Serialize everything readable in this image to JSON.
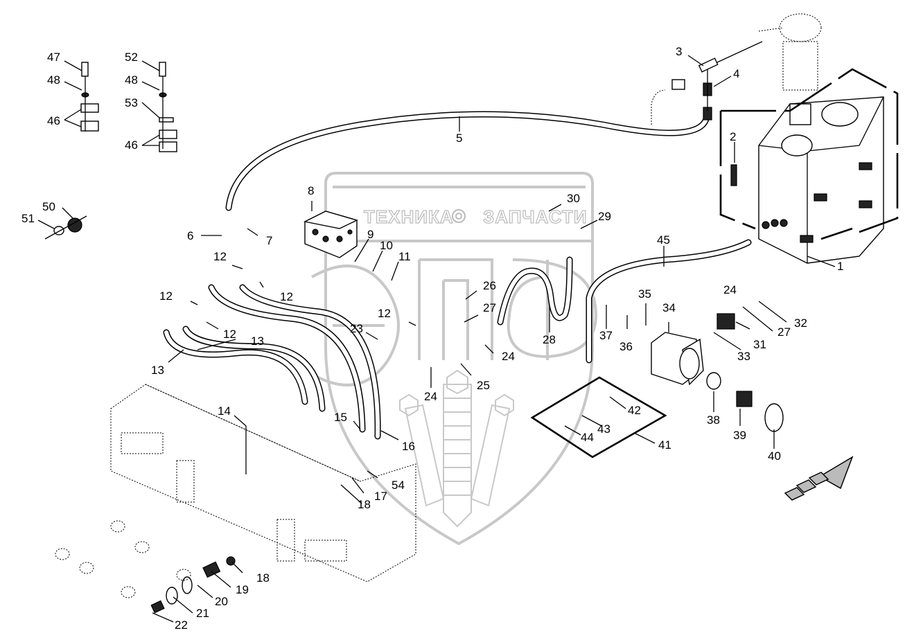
{
  "diagram": {
    "type": "exploded-parts-diagram",
    "watermark": {
      "left_text": "ТЕХНИКА",
      "right_text": "ЗАПЧАСТИ",
      "emblem_letters": "ЭПФ"
    },
    "orientation_arrow": "direction-arrow-northeast",
    "callouts": [
      {
        "id": "c1",
        "label": "1"
      },
      {
        "id": "c2",
        "label": "2"
      },
      {
        "id": "c3",
        "label": "3"
      },
      {
        "id": "c4",
        "label": "4"
      },
      {
        "id": "c5",
        "label": "5"
      },
      {
        "id": "c6",
        "label": "6"
      },
      {
        "id": "c7",
        "label": "7"
      },
      {
        "id": "c8",
        "label": "8"
      },
      {
        "id": "c9",
        "label": "9"
      },
      {
        "id": "c10",
        "label": "10"
      },
      {
        "id": "c11",
        "label": "11"
      },
      {
        "id": "c12a",
        "label": "12"
      },
      {
        "id": "c12b",
        "label": "12"
      },
      {
        "id": "c12c",
        "label": "12"
      },
      {
        "id": "c12d",
        "label": "12"
      },
      {
        "id": "c12e",
        "label": "12"
      },
      {
        "id": "c13a",
        "label": "13"
      },
      {
        "id": "c13b",
        "label": "13"
      },
      {
        "id": "c14",
        "label": "14"
      },
      {
        "id": "c15",
        "label": "15"
      },
      {
        "id": "c16",
        "label": "16"
      },
      {
        "id": "c17",
        "label": "17"
      },
      {
        "id": "c18a",
        "label": "18"
      },
      {
        "id": "c18b",
        "label": "18"
      },
      {
        "id": "c19",
        "label": "19"
      },
      {
        "id": "c20",
        "label": "20"
      },
      {
        "id": "c21",
        "label": "21"
      },
      {
        "id": "c22",
        "label": "22"
      },
      {
        "id": "c23",
        "label": "23"
      },
      {
        "id": "c24a",
        "label": "24"
      },
      {
        "id": "c24b",
        "label": "24"
      },
      {
        "id": "c24c",
        "label": "24"
      },
      {
        "id": "c25",
        "label": "25"
      },
      {
        "id": "c26",
        "label": "26"
      },
      {
        "id": "c27a",
        "label": "27"
      },
      {
        "id": "c27b",
        "label": "27"
      },
      {
        "id": "c28",
        "label": "28"
      },
      {
        "id": "c29",
        "label": "29"
      },
      {
        "id": "c30",
        "label": "30"
      },
      {
        "id": "c31",
        "label": "31"
      },
      {
        "id": "c32",
        "label": "32"
      },
      {
        "id": "c33",
        "label": "33"
      },
      {
        "id": "c34",
        "label": "34"
      },
      {
        "id": "c35",
        "label": "35"
      },
      {
        "id": "c36",
        "label": "36"
      },
      {
        "id": "c37",
        "label": "37"
      },
      {
        "id": "c38",
        "label": "38"
      },
      {
        "id": "c39",
        "label": "39"
      },
      {
        "id": "c40",
        "label": "40"
      },
      {
        "id": "c41",
        "label": "41"
      },
      {
        "id": "c42",
        "label": "42"
      },
      {
        "id": "c43",
        "label": "43"
      },
      {
        "id": "c44",
        "label": "44"
      },
      {
        "id": "c45",
        "label": "45"
      },
      {
        "id": "c46a",
        "label": "46"
      },
      {
        "id": "c46b",
        "label": "46"
      },
      {
        "id": "c47",
        "label": "47"
      },
      {
        "id": "c48a",
        "label": "48"
      },
      {
        "id": "c48b",
        "label": "48"
      },
      {
        "id": "c50",
        "label": "50"
      },
      {
        "id": "c51",
        "label": "51"
      },
      {
        "id": "c52",
        "label": "52"
      },
      {
        "id": "c53",
        "label": "53"
      },
      {
        "id": "c54",
        "label": "54"
      }
    ]
  }
}
